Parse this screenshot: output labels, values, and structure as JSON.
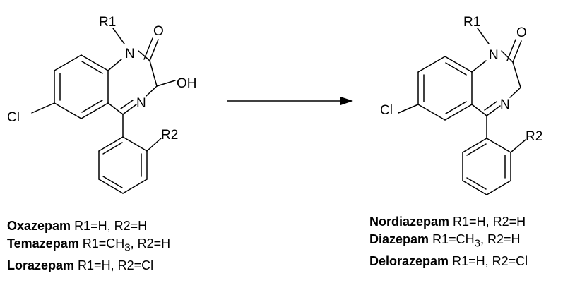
{
  "left_structure": {
    "labels": {
      "r1": "R1",
      "n1": "N",
      "o": "O",
      "oh": "OH",
      "n4": "N",
      "cl": "Cl",
      "r2": "R2"
    }
  },
  "right_structure": {
    "labels": {
      "r1": "R1",
      "n1": "N",
      "o": "O",
      "n4": "N",
      "cl": "Cl",
      "r2": "R2"
    }
  },
  "left_compounds": [
    {
      "name": "Oxazepam",
      "r1": "R1=H,",
      "r2": "R2=H"
    },
    {
      "name": "Temazepam",
      "r1_prefix": "R1=CH",
      "r1_sub": "3",
      "r1_suffix": ",",
      "r2": "R2=H"
    },
    {
      "name": "Lorazepam",
      "r1": "R1=H,",
      "r2": "R2=Cl"
    }
  ],
  "right_compounds": [
    {
      "name": "Nordiazepam",
      "r1": "R1=H,",
      "r2": "R2=H"
    },
    {
      "name": "Diazepam",
      "r1_prefix": "R1=CH",
      "r1_sub": "3",
      "r1_suffix": ",",
      "r2": "R2=H"
    },
    {
      "name": "Delorazepam",
      "r1": "R1=H,",
      "r2": "R2=Cl"
    }
  ]
}
